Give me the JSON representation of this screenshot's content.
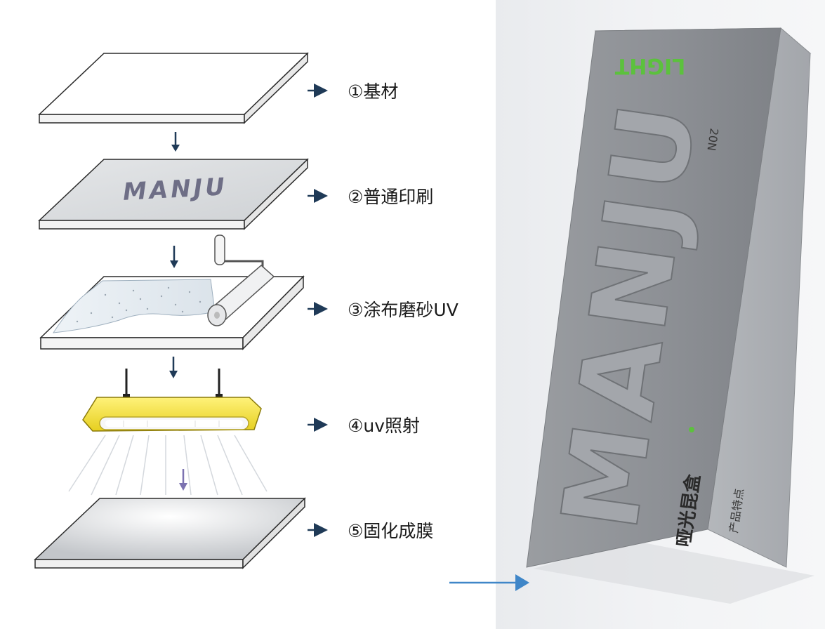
{
  "steps": [
    {
      "label": "①基材"
    },
    {
      "label": "②普通印刷"
    },
    {
      "label": "③涂布磨砂UV"
    },
    {
      "label": "④uv照射"
    },
    {
      "label": "⑤固化成膜"
    }
  ],
  "printed_logo": "MANJU",
  "product": {
    "top_word": "LIGHT",
    "brand": "MANJU",
    "side_title": "哑光昆盒",
    "side_subtitle": "产品特点",
    "code": "20N"
  },
  "colors": {
    "arrow": "#1f3a57",
    "lamp": "#f2e641",
    "box": "#8e9196",
    "light_arrow": "#3f86c8",
    "accent_green": "#5cc13d"
  }
}
